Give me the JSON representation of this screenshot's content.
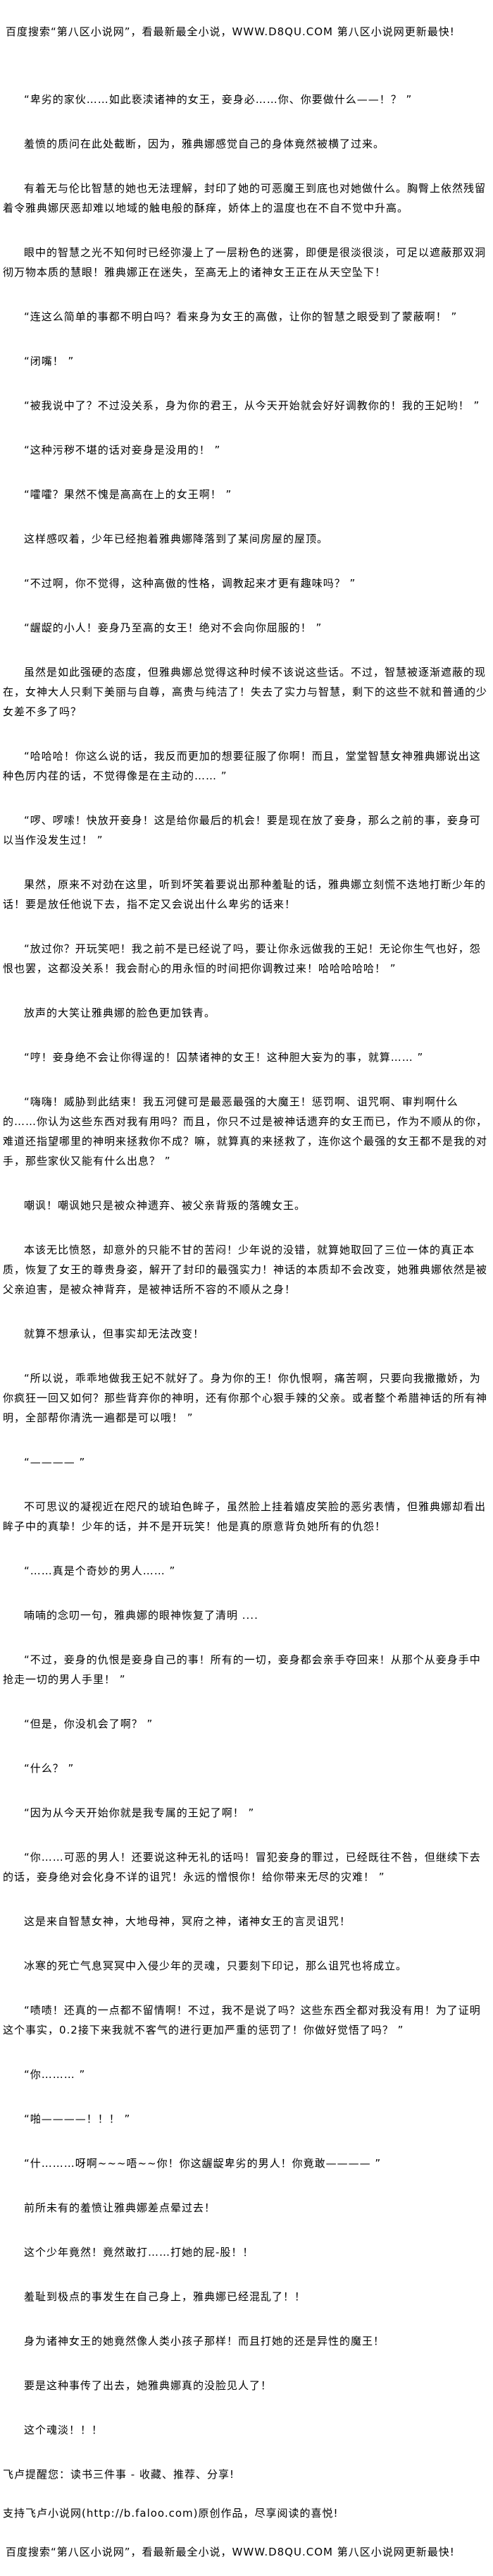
{
  "header": {
    "banner": "百度搜索“第八区小说网”，看最新最全小说，WWW.D8QU.COM  第八区小说网更新最快!"
  },
  "paragraphs": [
    "“卑劣的家伙……如此亵渎诸神的女王，妾身必……你、你要做什么——！？ ”",
    "羞愤的质问在此处截断，因为，雅典娜感觉自己的身体竟然被横了过来。",
    "有着无与伦比智慧的她也无法理解，封印了她的可恶魔王到底也对她做什么。胸臀上依然残留着令雅典娜厌恶却难以地域的触电般的酥痒，娇体上的温度也在不自不觉中升高。",
    "眼中的智慧之光不知何时已经弥漫上了一层粉色的迷雾，即便是很淡很淡，可足以遮蔽那双洞彻万物本质的慧眼！雅典娜正在迷失，至高无上的诸神女王正在从天空坠下！",
    "“连这么简单的事都不明白吗？看来身为女王的高傲，让你的智慧之眼受到了蒙蔽啊！ ”",
    "“闭嘴！ ”",
    "“被我说中了？不过没关系，身为你的君王，从今天开始就会好好调教你的！我的王妃哟！ ”",
    "“这种污秽不堪的话对妾身是没用的！ ”",
    "“嚯嚯？果然不愧是高高在上的女王啊！ ”",
    "这样感叹着，少年已经抱着雅典娜降落到了某间房屋的屋顶。",
    "“不过啊，你不觉得，这种高傲的性格，调教起来才更有趣味吗？ ”",
    "“龌龊的小人！妾身乃至高的女王！绝对不会向你屈服的！ ”",
    "虽然是如此强硬的态度，但雅典娜总觉得这种时候不该说这些话。不过，智慧被逐渐遮蔽的现在，女神大人只剩下美丽与自尊，高贵与纯洁了！失去了实力与智慧，剩下的这些不就和普通的少女差不多了吗？",
    "“哈哈哈！你这么说的话，我反而更加的想要征服了你啊！而且，堂堂智慧女神雅典娜说出这种色厉内荏的话，不觉得像是在主动的…… ”",
    "“啰、啰嗦！快放开妾身！这是给你最后的机会！要是现在放了妾身，那么之前的事，妾身可以当作没发生过！ ”",
    "果然，原来不对劲在这里，听到坏笑着要说出那种羞耻的话，雅典娜立刻慌不迭地打断少年的话！要是放任他说下去，指不定又会说出什么卑劣的话来！",
    "“放过你？开玩笑吧！我之前不是已经说了吗，要让你永远做我的王妃！无论你生气也好，怨恨也罢，这都没关系！我会耐心的用永恒的时间把你调教过来！哈哈哈哈哈！ ”",
    "放声的大笑让雅典娜的脸色更加铁青。",
    "“哼！妾身绝不会让你得逞的！囚禁诸神的女王！这种胆大妄为的事，就算…… ”",
    "“嗨嗨！威胁到此结束！我五河健可是最恶最强的大魔王！惩罚啊、诅咒啊、审判啊什么的……你认为这些东西对我有用吗？而且，你只不过是被神话遗弃的女王而已，作为不顺从的你，难道还指望哪里的神明来拯救你不成？嘛，就算真的来拯救了，连你这个最强的女王都不是我的对手，那些家伙又能有什么出息？ ”",
    "嘲讽！嘲讽她只是被众神遗弃、被父亲背叛的落魄女王。",
    "本该无比愤怒，却意外的只能不甘的苦闷！少年说的没错，就算她取回了三位一体的真正本质，恢复了女王的尊贵身姿，解开了封印的最强实力！神话的本质却不会改变，她雅典娜依然是被父亲迫害，是被众神背弃，是被神话所不容的不顺从之身！",
    "就算不想承认，但事实却无法改变！",
    "“所以说，乖乖地做我王妃不就好了。身为你的王！你仇恨啊，痛苦啊，只要向我撒撒娇，为你疯狂一回又如何？那些背弃你的神明，还有你那个心狠手辣的父亲。或者整个希腊神话的所有神明，全部帮你清洗一遍都是可以哦！ ”",
    "“———— ”",
    "不可思议的凝视近在咫尺的琥珀色眸子，虽然脸上挂着嬉皮笑脸的恶劣表情，但雅典娜却看出眸子中的真挚！少年的话，并不是开玩笑！他是真的原意背负她所有的仇怨！",
    "“……真是个奇妙的男人…… ”",
    "喃喃的念叨一句，雅典娜的眼神恢复了清明 ....",
    "“不过，妾身的仇恨是妾身自己的事！所有的一切，妾身都会亲手夺回来！从那个从妾身手中抢走一切的男人手里！ ”",
    "“但是，你没机会了啊？ ”",
    "“什么？ ”",
    "“因为从今天开始你就是我专属的王妃了啊！ ”",
    "“你……可恶的男人！还要说这种无礼的话吗！冒犯妾身的罪过，已经既往不咎，但继续下去的话，妾身绝对会化身不详的诅咒！永远的憎恨你！给你带来无尽的灾难！ ”",
    "这是来自智慧女神，大地母神，冥府之神，诸神女王的言灵诅咒！",
    "冰寒的死亡气息冥冥中入侵少年的灵魂，只要刻下印记，那么诅咒也将成立。",
    "“啧啧！还真的一点都不留情啊！不过，我不是说了吗？这些东西全都对我没有用！为了证明这个事实，0.2接下来我就不客气的进行更加严重的惩罚了！你做好觉悟了吗？ ”",
    "“你……… ”",
    "“啪————！！！ ”",
    "“什………呀啊~~~唔~~你！你这龌龊卑劣的男人！你竟敢———— ”",
    "前所未有的羞愤让雅典娜差点晕过去！",
    "这个少年竟然！竟然敢打……打她的屁-股！！",
    "羞耻到极点的事发生在自己身上，雅典娜已经混乱了！！",
    "身为诸神女王的她竟然像人类小孩子那样！而且打她的还是异性的魔王！",
    "要是这种事传了出去，她雅典娜真的没脸见人了！",
    "这个魂淡！！！"
  ],
  "footer": {
    "reminder": "飞卢提醒您：读书三件事 - 收藏、推荐、分享!",
    "support": "支持飞卢小说网(http://b.faloo.com)原创作品，尽享阅读的喜悦!",
    "banner": "百度搜索“第八区小说网”，看最新最全小说，WWW.D8QU.COM  第八区小说网更新最快!"
  }
}
